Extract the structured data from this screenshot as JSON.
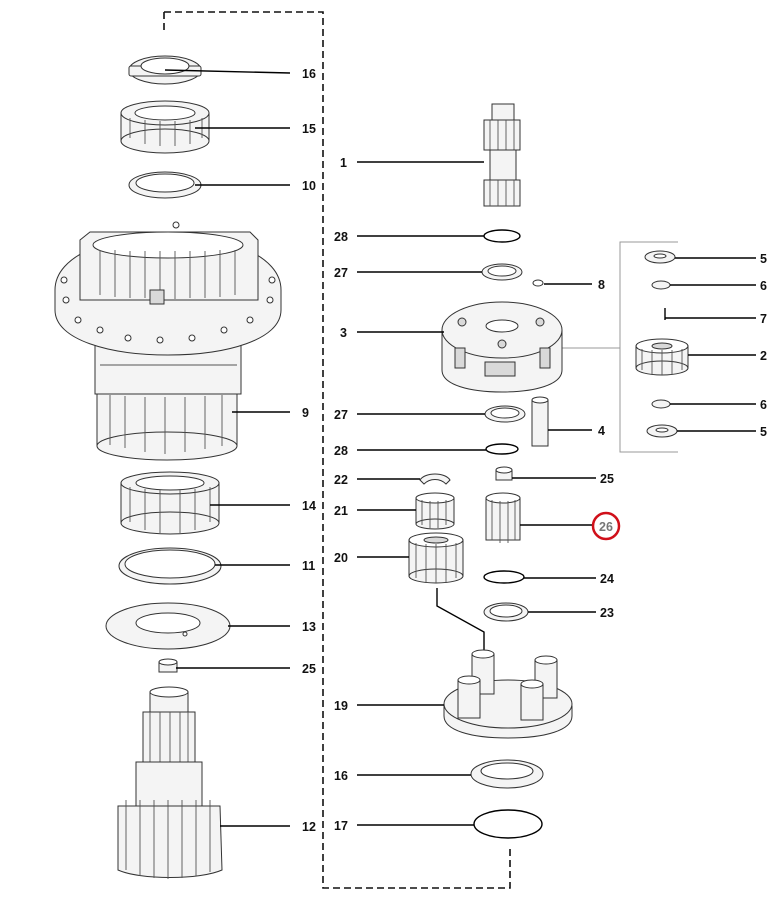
{
  "diagram": {
    "labels": {
      "l1": "1",
      "l2": "2",
      "l3": "3",
      "l4": "4",
      "l5a": "5",
      "l5b": "5",
      "l6a": "6",
      "l6b": "6",
      "l7": "7",
      "l8": "8",
      "l9": "9",
      "l10": "10",
      "l11": "11",
      "l12": "12",
      "l13": "13",
      "l14": "14",
      "l15": "15",
      "l16a": "16",
      "l16b": "16",
      "l17": "17",
      "l19": "19",
      "l20": "20",
      "l21": "21",
      "l22": "22",
      "l23": "23",
      "l24": "24",
      "l25a": "25",
      "l25b": "25",
      "l26": "26",
      "l27a": "27",
      "l27b": "27",
      "l28a": "28",
      "l28b": "28"
    },
    "highlight": {
      "label": "26",
      "ring_color": "#d0101a"
    }
  }
}
